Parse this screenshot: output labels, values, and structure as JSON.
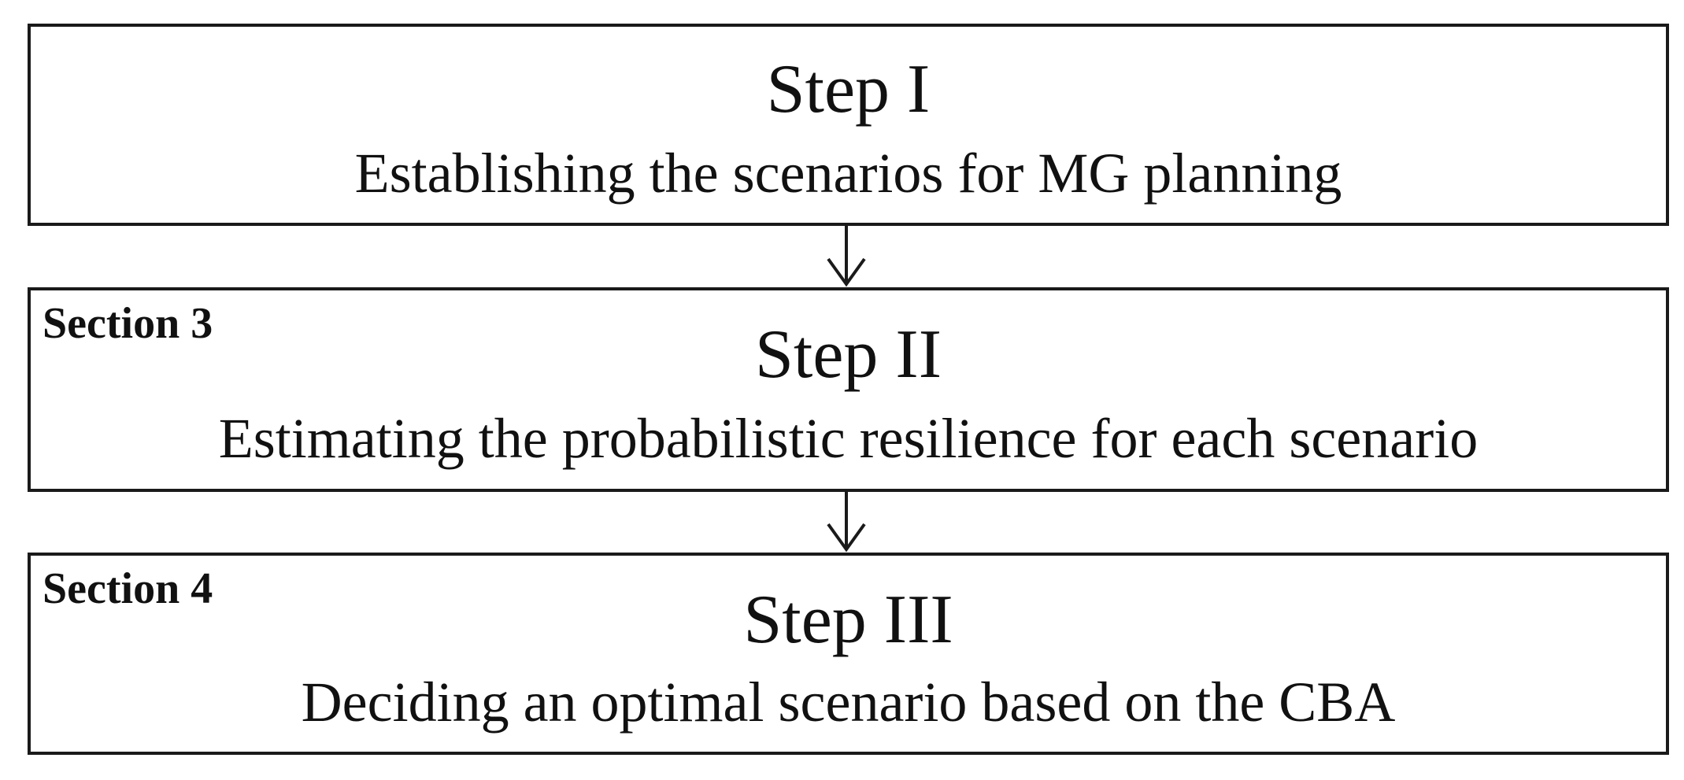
{
  "steps": [
    {
      "title": "Step I",
      "description": "Establishing the scenarios for MG planning",
      "section": ""
    },
    {
      "title": "Step II",
      "description": "Estimating the probabilistic resilience for each scenario",
      "section": "Section 3"
    },
    {
      "title": "Step III",
      "description": "Deciding an optimal scenario based on the CBA",
      "section": "Section 4"
    }
  ],
  "colors": {
    "border": "#1a1a1a",
    "text": "#111111",
    "background": "#ffffff"
  }
}
